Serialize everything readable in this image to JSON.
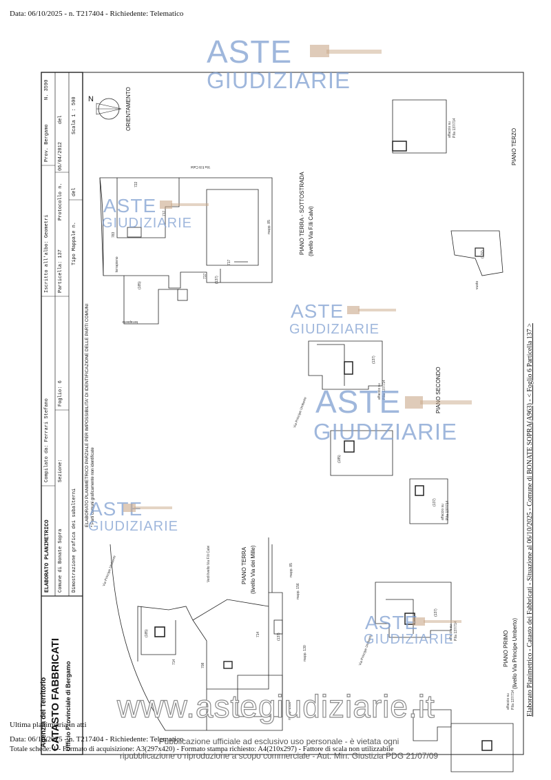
{
  "header": {
    "text": "Data: 06/10/2025 - n. T217404 - Richiedente: Telematico"
  },
  "title_block": {
    "elaborato": "ELABORATO PLANIMETRICO",
    "compilato": "Compilato da: Ferrari Stefano",
    "iscritto": "Iscritto all'albo: Geometri",
    "prov": "Prov. Bergamo",
    "numero": "N. 3590",
    "comune": "Comune di Bonate Sopra",
    "sezione": "Sezione:",
    "foglio": "Foglio: 6",
    "particella": "Particella: 137",
    "protocollo": "Protocollo n.",
    "protocollo_date": "06/04/2012",
    "protocollo_del": "del",
    "tipo_mappale": "Tipo Mappale n.",
    "tipo_del": "del",
    "dimostrazione": "Dimostrazione grafica dei subalterni",
    "scala": "Scala 1 : 500",
    "agenzia": "Agenzia del Territorio",
    "catasto": "CATASTO FABBRICATI",
    "ufficio": "Ufficio Provinciale di Bergamo"
  },
  "notes": {
    "elaborato_parziale": "ELABORATO PLANIMETRICO PARZIALE PER IMPOSSIBILITA' DI IDENTIFICAZIONE DELLE PARTI COMUNI",
    "parti_comuni": "* Parti comuni graficamente non identificate"
  },
  "orientamento": {
    "label": "ORIENTAMENTO",
    "north": "N"
  },
  "floors": {
    "piano_terra_sottostrada": "PIANO TERRA - SOTTOSTRADA",
    "livello_calvi": "(livello Via F.lli Calvi)",
    "piano_terra": "PIANO TERRA",
    "livello_mille": "(livello Via dei Mille)",
    "piano_secondo": "PIANO SECONDO",
    "piano_terzo": "PIANO TERZO",
    "piano_primo": "PIANO PRIMO",
    "livello_umberto": "(livello Via Principe Umberto)"
  },
  "plan_labels": {
    "via_principe_umberto": "Via Principe Umberto",
    "via_fcalvi": "Via F.lli Calvi",
    "vedi_livello": "Vedi livello Via F.lli Calvi",
    "mapp_85": "mapp. 85",
    "mapp_156": "mapp. 156",
    "mapp_130": "mapp. 130",
    "mapp_1930": "mapp. 1930",
    "sub_185": "(185)",
    "sub_137": "(137)",
    "sub_714": "714",
    "sub_717": "717",
    "sub_708": "708",
    "sub_722": "722",
    "sub_783": "783",
    "affaccio": "affaccio su",
    "p_lla": "P.lla 137/714",
    "terrapieno": "terrapieno",
    "vuoto": "vuoto"
  },
  "side_caption": "Elaborato Planimetrico - Catasto dei Fabbricati - Situazione al 06/10/2025 - Comune di BONATE SOPRA(A963) - < Foglio 6 Particella 137 >",
  "watermark": {
    "aste": "ASTE",
    "giudiziarie": "GIUDIZIARIE",
    "site": "www.astegiudiziarie.it"
  },
  "footer": {
    "ultima": "Ultima planimetria in atti",
    "data_line": "Data: 06/10/2025 - n. T217404 - Richiedente: Telematico",
    "totale": "Totale schede: 1 - Formato di acquisizione: A3(297x420) - Formato stampa richiesto: A4(210x297) - Fattore di scala non utilizzabile",
    "pub1": "Pubblicazione ufficiale ad esclusivo uso personale - è vietata ogni",
    "pub2": "ripubblicazione o riproduzione a scopo commerciale - Aut. Min. Giustizia PDG 21/07/09"
  },
  "colors": {
    "watermark": "#7f9fd1",
    "gavel": "#c9a98a",
    "line": "#222222"
  }
}
